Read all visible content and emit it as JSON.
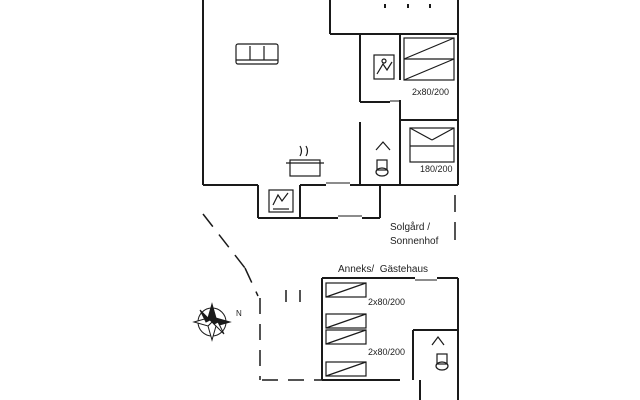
{
  "floorplan": {
    "labels": {
      "bed_main_top": "2x80/200",
      "bed_main_mid": "180/200",
      "building_main": "Solgård /\nSonnenhof",
      "building_annex": "Anneks/  Gästehaus",
      "bed_annex_top": "2x80/200",
      "bed_annex_bottom": "2x80/200",
      "compass_north": "N"
    },
    "icons": [
      "sofa-icon",
      "cooking-pot-icon",
      "bathroom-fixtures-icon",
      "toilet-icon",
      "compass-icon",
      "bed-icon"
    ],
    "colors": {
      "line": "#1a1a1a",
      "background": "#ffffff"
    }
  }
}
